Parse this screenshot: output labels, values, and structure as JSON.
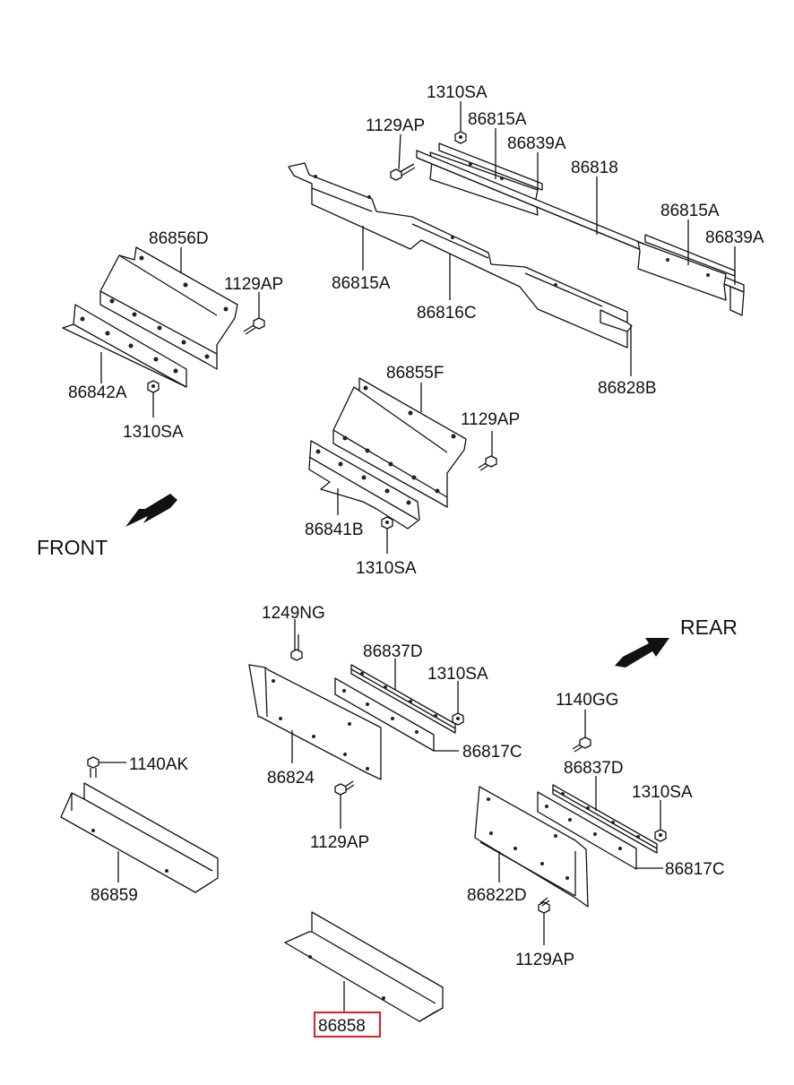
{
  "labels": {
    "nut_a": "1310SA",
    "bolt_a": "1129AP",
    "rail_a": "86815A",
    "strip_a": "86839A",
    "rail_main": "86818",
    "rail_b": "86815A",
    "strip_b": "86839A",
    "cover_d": "86856D",
    "bolt_b": "1129AP",
    "long_lower": "86815A",
    "rail_c": "86816C",
    "bracket_a": "86842A",
    "nut_b": "1310SA",
    "end_b": "86828B",
    "cover_f": "86855F",
    "bolt_c": "1129AP",
    "bracket_b": "86841B",
    "nut_c": "1310SA",
    "front": "FRONT",
    "rear": "REAR",
    "bolt_ng": "1249NG",
    "strip_d": "86837D",
    "nut_d": "1310SA",
    "panel_c": "86817C",
    "plate_24": "86824",
    "bolt_d": "1129AP",
    "bolt_ak": "1140AK",
    "tray_59": "86859",
    "bolt_gg": "1140GG",
    "strip_d2": "86837D",
    "nut_e": "1310SA",
    "panel_c2": "86817C",
    "plate_22d": "86822D",
    "bolt_e": "1129AP",
    "tray_58": "86858"
  },
  "highlight": {
    "part": "86858",
    "color": "#e02020"
  }
}
